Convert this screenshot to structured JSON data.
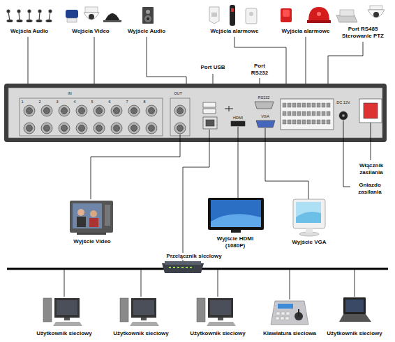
{
  "diagram": {
    "labels": [
      "Wejścia Audio",
      "Wejścia Video",
      "Wyjście Audio",
      "Wejścia alarmowe",
      "Wyjścia alarmowe",
      "Port RS485 Sterowanie PTZ",
      "Port USB",
      "Port RS232",
      "IN",
      "OUT",
      "1",
      "2",
      "3",
      "4",
      "5",
      "6",
      "7",
      "8",
      "RS232",
      "HDMI",
      "VGA",
      "DC 12V",
      "Włącznik zasilania",
      "Gniazdo zasilania",
      "Wyjście Video",
      "Wyjście HDMI (1080P)",
      "Wyjście VGA",
      "Przełącznik sieciowy",
      "Użytkownik sieciowy",
      "Użytkownik sieciowy",
      "Użytkownik sieciowy",
      "Klawiatura sieciowa",
      "Użytkownik sieciowy"
    ]
  }
}
